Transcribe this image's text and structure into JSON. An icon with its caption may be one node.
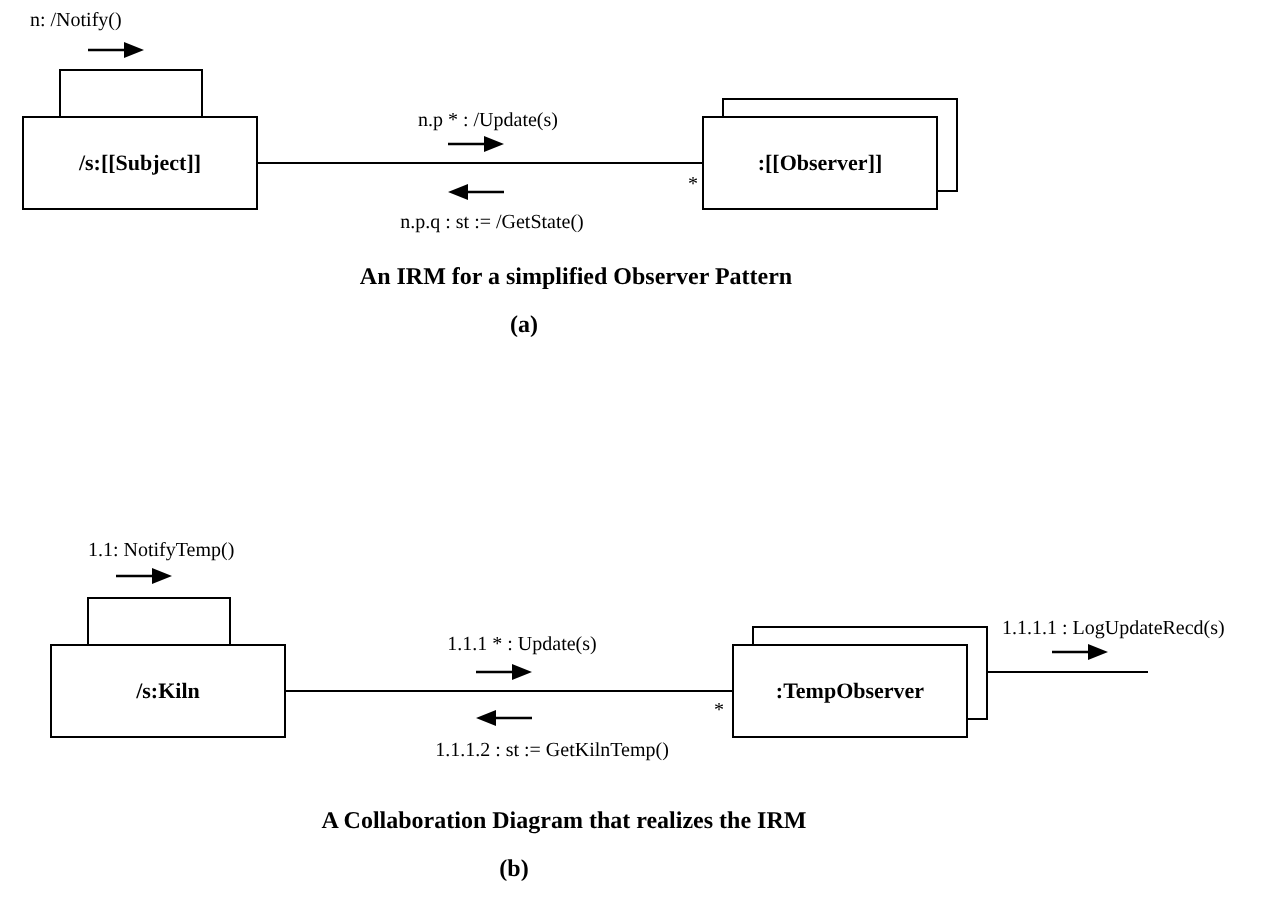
{
  "diagram": {
    "nodes": [
      {
        "text": [
          "/s:[[Subject]]"
        ]
      },
      {
        "text": [
          ":[[Observer]]"
        ]
      },
      {
        "text": [
          "/s:Kiln"
        ]
      },
      {
        "text": [
          ":TempObserver"
        ]
      }
    ],
    "edges": [
      {
        "from": 0,
        "to": 0,
        "arrow": "none"
      },
      {
        "from": 0,
        "to": 1,
        "arrow": "none"
      },
      {
        "from": 2,
        "to": 2,
        "arrow": "none"
      },
      {
        "from": 2,
        "to": 3,
        "arrow": "none"
      },
      {
        "from": 3,
        "to": null,
        "arrow": "none"
      }
    ],
    "labels": [
      "n: /Notify()",
      "n.p * : /Update(s)",
      "*",
      "n.p.q : st := /GetState()",
      "An IRM for a simplified Observer Pattern",
      "(a)",
      "1.1: NotifyTemp()",
      "1.1.1.1 : LogUpdateRecd(s)",
      "1.1.1 * : Update(s)",
      "*",
      "1.1.1.2 : st := GetKilnTemp()",
      "A Collaboration Diagram that realizes the IRM",
      "(b)"
    ]
  }
}
